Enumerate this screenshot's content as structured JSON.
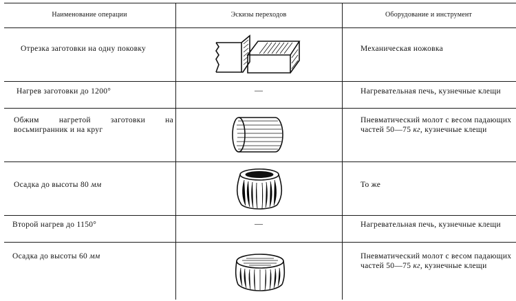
{
  "table": {
    "headers": {
      "operation": "Наименование операции",
      "sketches": "Эскизы переходов",
      "equipment": "Оборудование и инструмент"
    },
    "rows": [
      {
        "operation": "Отрезка заготовки на одну поковку",
        "sketch": "bar-saw-cut-sketch",
        "equipment": "Механическая ножовка"
      },
      {
        "operation": "Нагрев заготовки до 1200°",
        "sketch_text": "—",
        "equipment": "Нагревательная печь, кузнечные клещи"
      },
      {
        "operation": "Обжим нагретой заготовки на восьмигранник и на круг",
        "sketch": "round-bar-sketch",
        "equipment": "Пневматический молот с весом падающих частей 50—75",
        "equipment_unit": "кг",
        "equipment_tail": ", кузнечные клещи"
      },
      {
        "operation": "Осадка до высоты 80",
        "operation_unit": "мм",
        "sketch": "upset-barrel-sketch",
        "equipment": "То же"
      },
      {
        "operation": "Второй нагрев до 1150°",
        "sketch_text": "—",
        "equipment": "Нагревательная печь, кузнечные клещи"
      },
      {
        "operation": "Осадка до высоты 60",
        "operation_unit": "мм",
        "sketch": "upset-disk-sketch",
        "equipment": "Пневматический молот с весом падающих частей 50—75",
        "equipment_unit": "кг",
        "equipment_tail": ", кузнечные клещи"
      }
    ]
  }
}
